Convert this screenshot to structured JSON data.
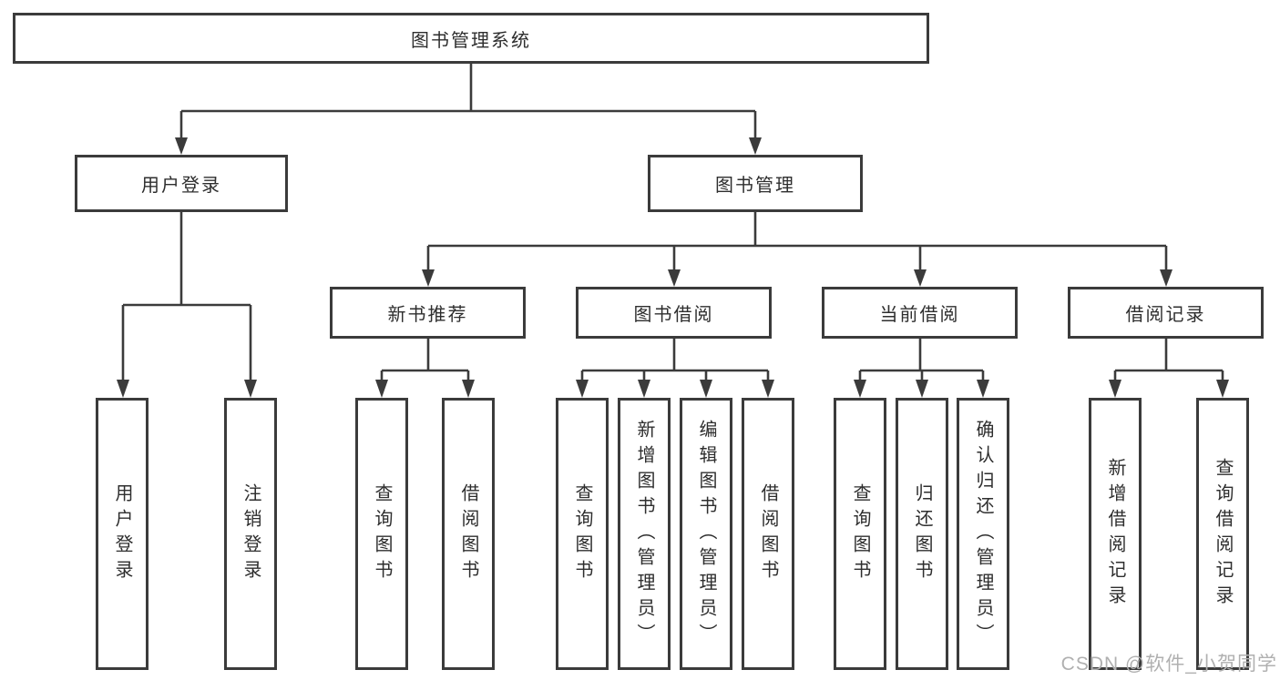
{
  "diagram": {
    "root": "图书管理系统",
    "level1": {
      "user_login": "用户登录",
      "book_management": "图书管理"
    },
    "level2": {
      "new_book_recommend": "新书推荐",
      "book_borrowing": "图书借阅",
      "current_borrowing": "当前借阅",
      "borrowing_records": "借阅记录"
    },
    "leaves": {
      "user_login": [
        "用户登录",
        "注销登录"
      ],
      "new_book_recommend": [
        "查询图书",
        "借阅图书"
      ],
      "book_borrowing": [
        "查询图书",
        "新增图书（管理员）",
        "编辑图书（管理员）",
        "借阅图书"
      ],
      "current_borrowing": [
        "查询图书",
        "归还图书",
        "确认归还（管理员）"
      ],
      "borrowing_records": [
        "新增借阅记录",
        "查询借阅记录"
      ]
    }
  },
  "watermark": "CSDN @软件_小贺同学",
  "colors": {
    "line": "#3b3b3b",
    "text": "#2e2e2e",
    "watermark": "#b0b0b0"
  }
}
